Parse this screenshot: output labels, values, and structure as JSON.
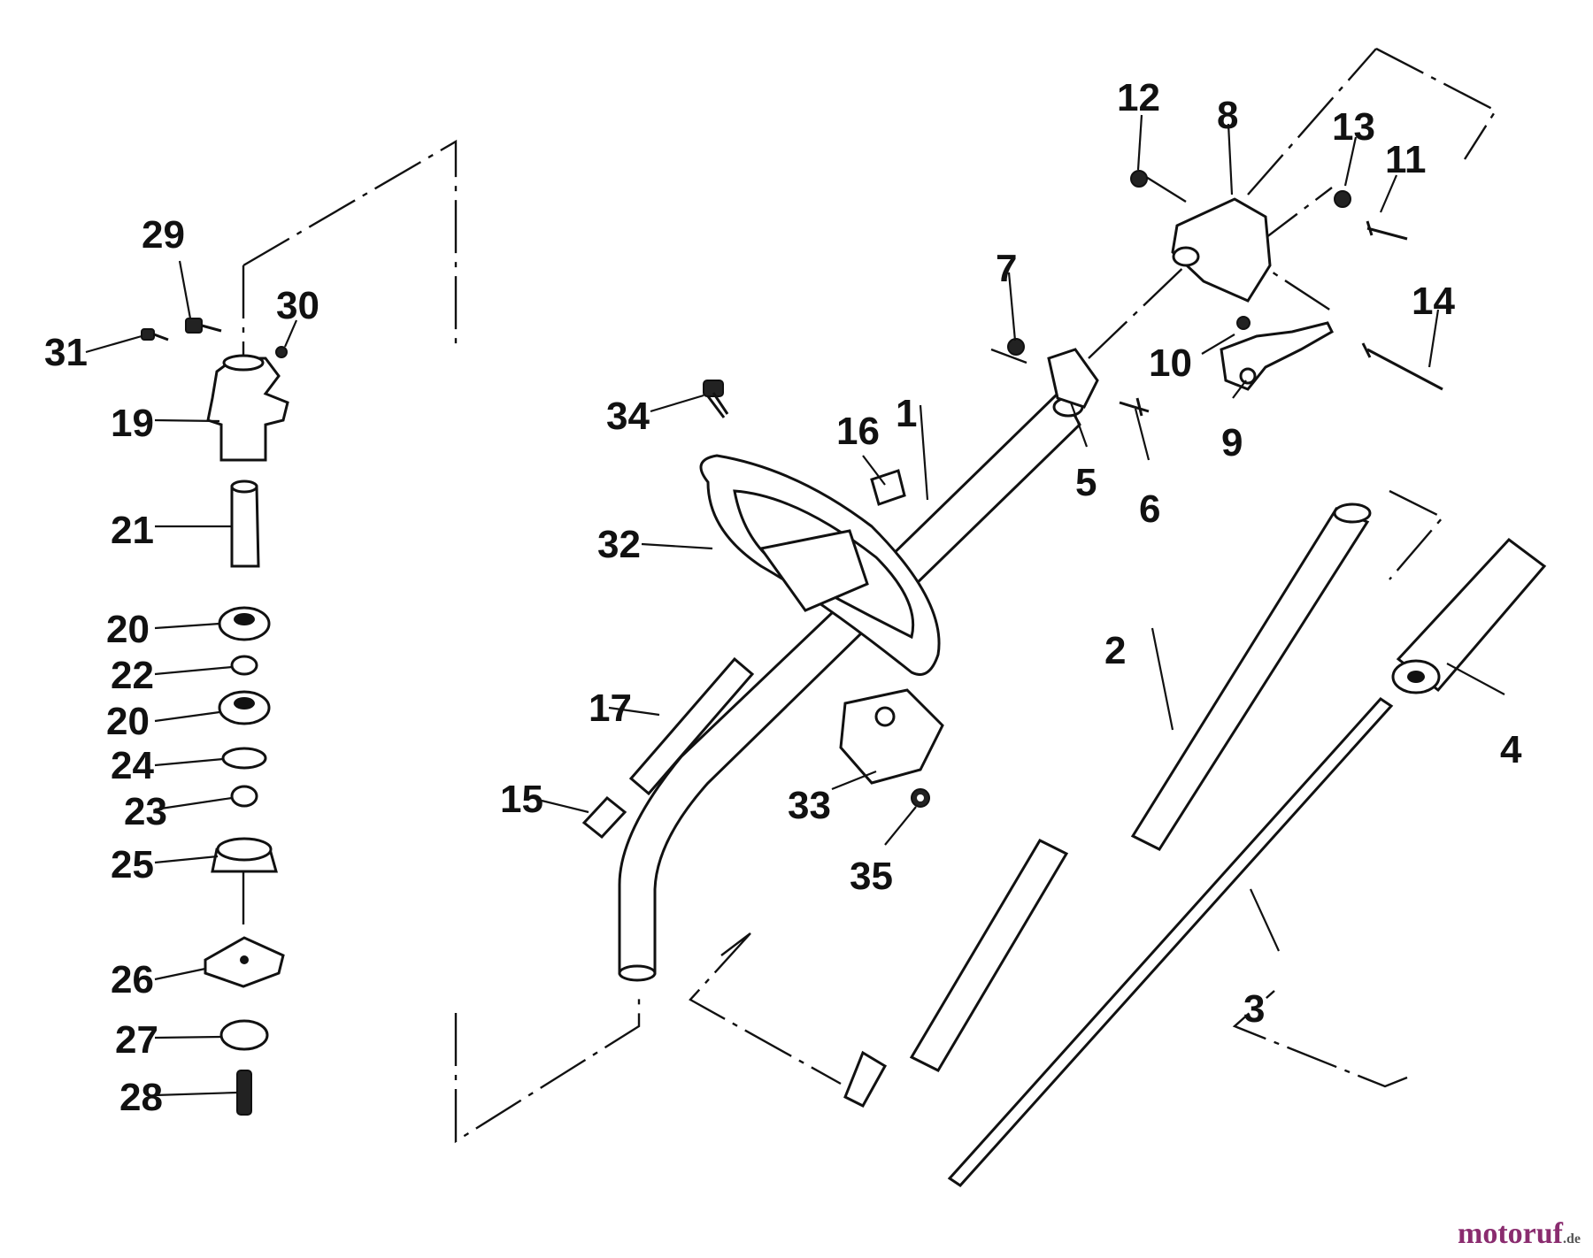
{
  "callouts": [
    {
      "id": "1",
      "label": "1"
    },
    {
      "id": "2",
      "label": "2"
    },
    {
      "id": "3",
      "label": "3"
    },
    {
      "id": "4",
      "label": "4"
    },
    {
      "id": "5",
      "label": "5"
    },
    {
      "id": "6",
      "label": "6"
    },
    {
      "id": "7",
      "label": "7"
    },
    {
      "id": "8",
      "label": "8"
    },
    {
      "id": "9",
      "label": "9"
    },
    {
      "id": "10",
      "label": "10"
    },
    {
      "id": "11",
      "label": "11"
    },
    {
      "id": "12",
      "label": "12"
    },
    {
      "id": "13",
      "label": "13"
    },
    {
      "id": "14",
      "label": "14"
    },
    {
      "id": "15",
      "label": "15"
    },
    {
      "id": "16",
      "label": "16"
    },
    {
      "id": "17",
      "label": "17"
    },
    {
      "id": "19",
      "label": "19"
    },
    {
      "id": "20a",
      "label": "20"
    },
    {
      "id": "20b",
      "label": "20"
    },
    {
      "id": "21",
      "label": "21"
    },
    {
      "id": "22",
      "label": "22"
    },
    {
      "id": "23",
      "label": "23"
    },
    {
      "id": "24",
      "label": "24"
    },
    {
      "id": "25",
      "label": "25"
    },
    {
      "id": "26",
      "label": "26"
    },
    {
      "id": "27",
      "label": "27"
    },
    {
      "id": "28",
      "label": "28"
    },
    {
      "id": "29",
      "label": "29"
    },
    {
      "id": "30",
      "label": "30"
    },
    {
      "id": "31",
      "label": "31"
    },
    {
      "id": "32",
      "label": "32"
    },
    {
      "id": "33",
      "label": "33"
    },
    {
      "id": "34",
      "label": "34"
    },
    {
      "id": "35",
      "label": "35"
    }
  ],
  "watermark": {
    "brand": "motoruf",
    "tld": ".de"
  },
  "colors": {
    "line": "#111111",
    "background": "#ffffff",
    "wm_m": "#8a2c6f",
    "wm_o": "#e07a1c",
    "wm_f": "#3a7ab8"
  }
}
